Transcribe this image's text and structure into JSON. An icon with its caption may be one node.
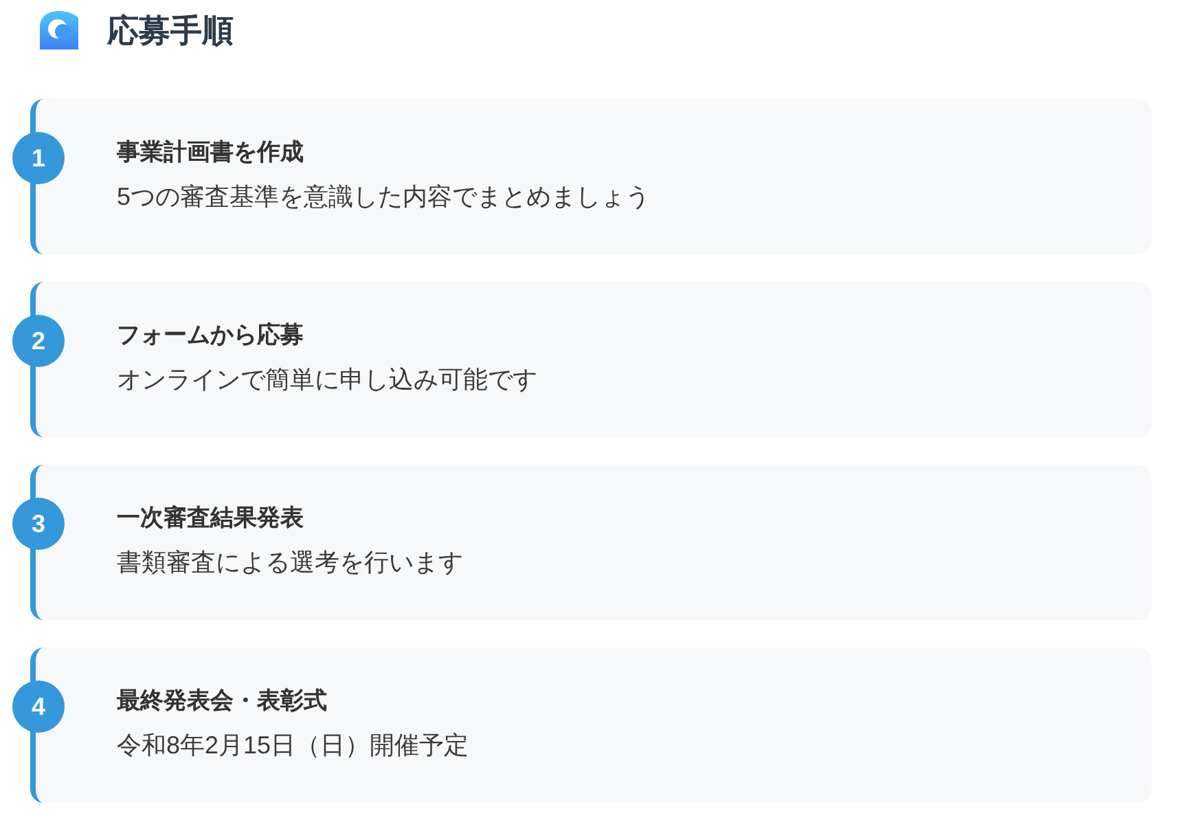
{
  "diagram": {
    "title": "応募手順",
    "nodes": [
      {
        "text": [
          "1"
        ]
      },
      {
        "text": [
          "事業計画書を作成",
          "5つの審査基準を意識した内容でまとめましょう"
        ]
      },
      {
        "text": [
          "2"
        ]
      },
      {
        "text": [
          "フォームから応募",
          "オンラインで簡単に申し込み可能です"
        ]
      },
      {
        "text": [
          "3"
        ]
      },
      {
        "text": [
          "一次審査結果発表",
          "書類審査による選考を行います"
        ]
      },
      {
        "text": [
          "4"
        ]
      },
      {
        "text": [
          "最終発表会・表彰式",
          "令和8年2月15日（日）開催予定"
        ]
      }
    ]
  }
}
